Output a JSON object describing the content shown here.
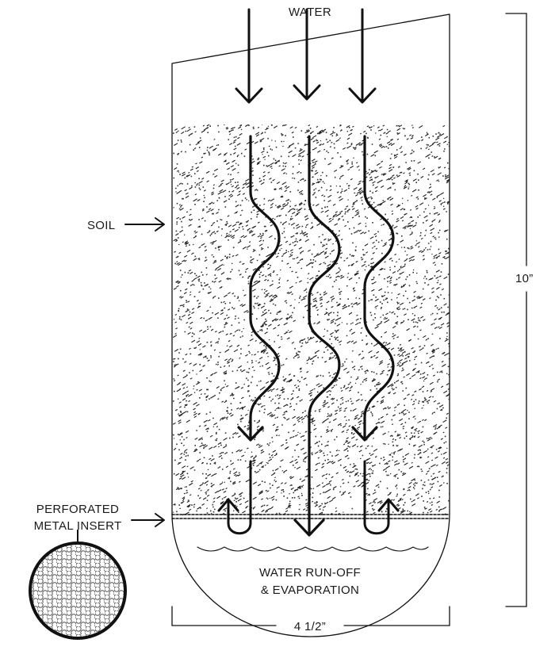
{
  "labels": {
    "water": "WATER",
    "soil": "SOIL",
    "insert_line1": "PERFORATED",
    "insert_line2": "METAL INSERT",
    "runoff_line1": "WATER RUN-OFF",
    "runoff_line2": "& EVAPORATION",
    "height": "10”",
    "width": "4 1/2”"
  },
  "colors": {
    "line": "#111111",
    "background": "#ffffff"
  },
  "icons": {
    "insert_detail": "perforated-mesh-circle-icon"
  }
}
